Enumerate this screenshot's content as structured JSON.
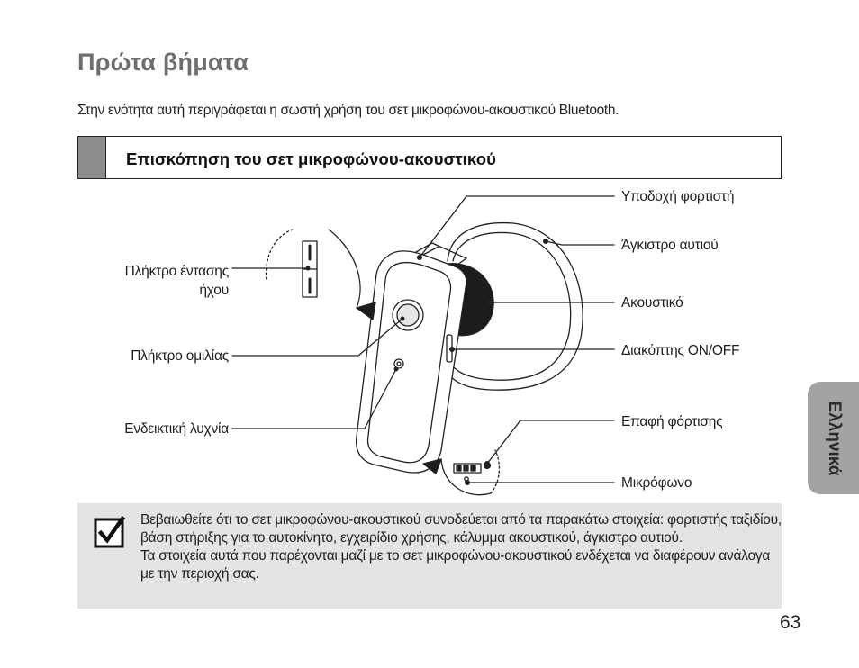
{
  "page": {
    "title": "Πρώτα βήματα",
    "intro": "Στην ενότητα αυτή περιγράφεται η σωστή χρήση του σετ μικροφώνου-ακουστικού Bluetooth.",
    "section_heading": "Επισκόπηση του σετ μικροφώνου-ακουστικού",
    "page_number": "63",
    "language_tab": "Ελληνικά"
  },
  "diagram": {
    "callouts": {
      "charger_port": "Υποδοχή φορτιστή",
      "ear_hook": "Άγκιστρο αυτιού",
      "speaker": "Ακουστικό",
      "power_switch": "Διακόπτης ON/OFF",
      "charging_contact": "Επαφή φόρτισης",
      "microphone": "Μικρόφωνο",
      "volume_key_line1": "Πλήκτρο έντασης",
      "volume_key_line2": "ήχου",
      "talk_key": "Πλήκτρο ομιλίας",
      "indicator_light": "Ενδεικτική λυχνία"
    }
  },
  "note": {
    "paragraph1": "Βεβαιωθείτε ότι το σετ μικροφώνου-ακουστικού συνοδεύεται από τα παρακάτω στοιχεία: φορτιστής ταξιδίου, βάση στήριξης για το αυτοκίνητο, εγχειρίδιο χρήσης, κάλυμμα ακουστικού, άγκιστρο αυτιού.",
    "paragraph2": "Τα στοιχεία αυτά που παρέχονται μαζί με το σετ μικροφώνου-ακουστικού ενδέχεται να διαφέρουν ανάλογα με την περιοχή σας."
  },
  "colors": {
    "title_gray": "#6e6e6e",
    "section_tab": "#8c8c8c",
    "note_background": "#e4e4e4",
    "language_tab": "#a3a3a3"
  }
}
